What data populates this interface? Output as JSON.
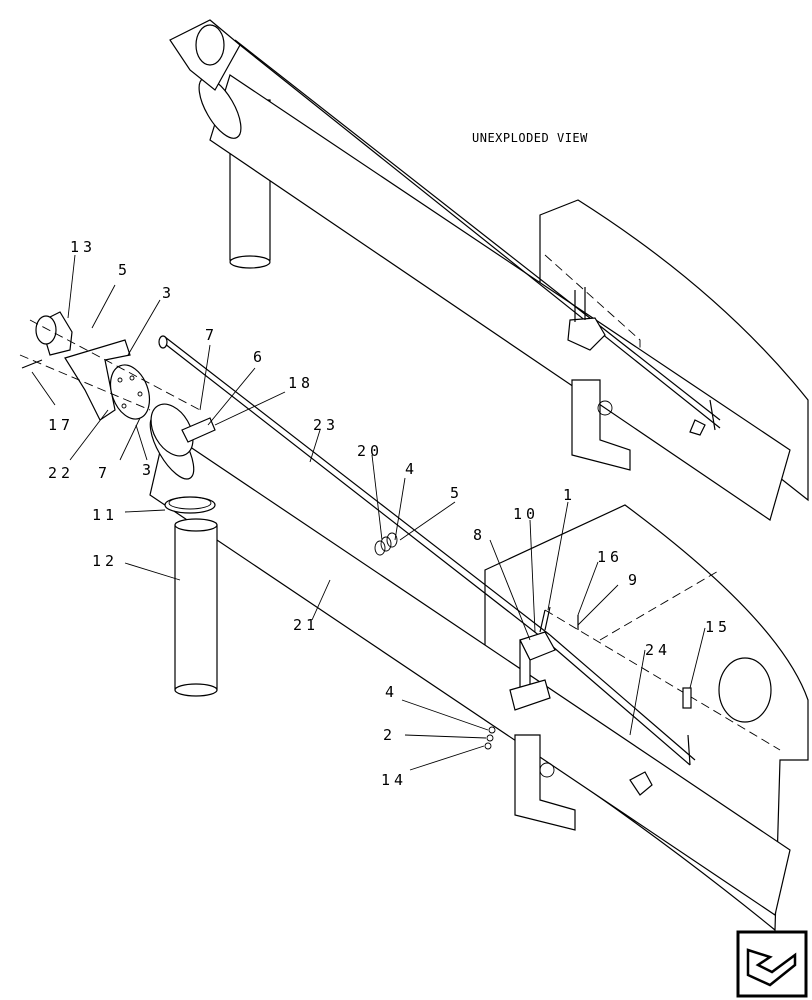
{
  "caption": "UNEXPLODED VIEW",
  "callouts": [
    "13",
    "5",
    "3",
    "17",
    "22",
    "7",
    "3",
    "7",
    "6",
    "18",
    "23",
    "20",
    "4",
    "5",
    "11",
    "12",
    "21",
    "10",
    "1",
    "8",
    "16",
    "9",
    "15",
    "24",
    "4",
    "2",
    "14"
  ],
  "nav_icon": "next-page-arrow-icon"
}
